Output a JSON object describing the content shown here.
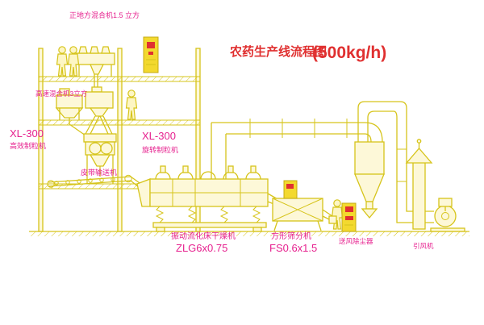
{
  "title": {
    "main": "农药生产线流程图",
    "capacity": "(500kg/h)"
  },
  "labels": {
    "top_mixer": "正地方混合机1.5 立方",
    "high_speed_mixer": "高速混合机3立方",
    "left_granulator_model": "XL-300",
    "left_granulator_name": "高效制粒机",
    "center_granulator_model": "XL-300",
    "center_granulator_name": "旋转制粒机",
    "belt_conveyor": "皮带输送机",
    "dryer_name": "振动流化床干燥机",
    "dryer_model": "ZLG6x0.75",
    "sieve_name": "方形筛分机",
    "sieve_model": "FS0.6x1.5",
    "duster": "送风除尘器",
    "induced_fan": "引风机"
  },
  "colors": {
    "line": "#d6c41a",
    "machine_fill": "#fdf8d8",
    "cabinet_fill": "#f3d92e",
    "label": "#e6208e",
    "title": "#e03030",
    "background": "#ffffff"
  }
}
